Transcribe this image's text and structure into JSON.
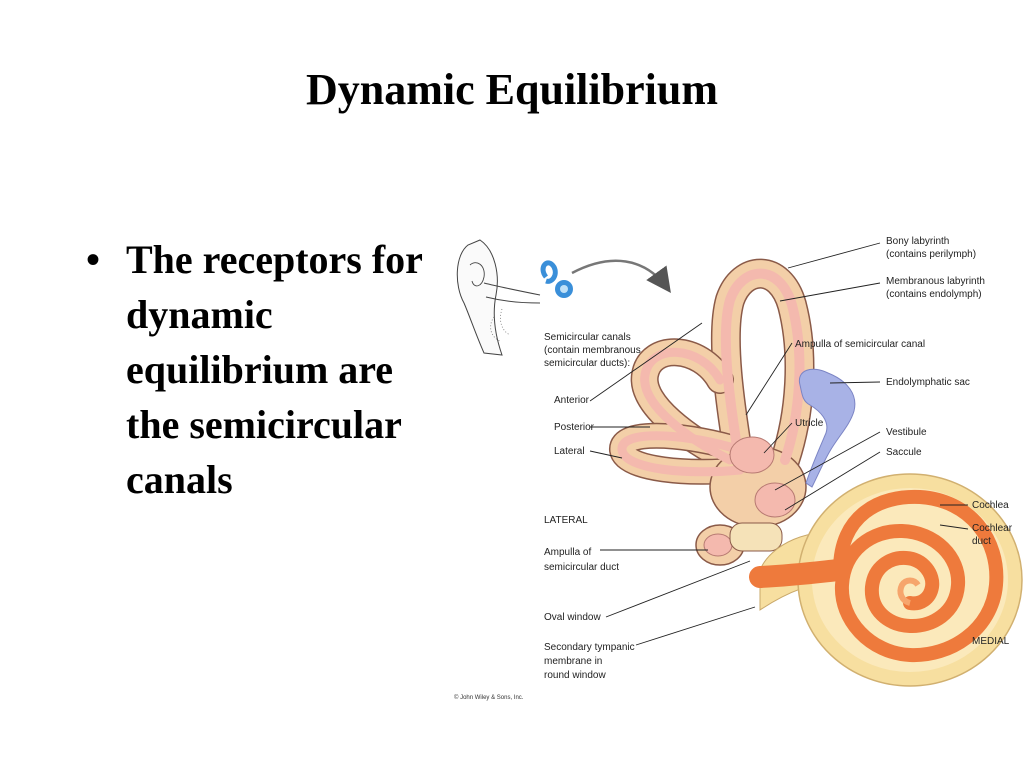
{
  "slide": {
    "title": "Dynamic Equilibrium",
    "bullet": "The receptors for dynamic equilibrium are the semicircular canals"
  },
  "diagram": {
    "labels": {
      "bony_labyrinth_1": "Bony labyrinth",
      "bony_labyrinth_2": "(contains perilymph)",
      "membranous_labyrinth_1": "Membranous labyrinth",
      "membranous_labyrinth_2": "(contains endolymph)",
      "semicircular_canals_1": "Semicircular canals",
      "semicircular_canals_2": "(contain membranous",
      "semicircular_canals_3": "semicircular ducts):",
      "ampulla_canal": "Ampulla of semicircular canal",
      "endolymphatic_sac": "Endolymphatic sac",
      "anterior": "Anterior",
      "posterior": "Posterior",
      "lateral_canal": "Lateral",
      "utricle": "Utricle",
      "vestibule": "Vestibule",
      "saccule": "Saccule",
      "cochlea": "Cochlea",
      "cochlear_duct_1": "Cochlear",
      "cochlear_duct_2": "duct",
      "lateral_direction": "LATERAL",
      "ampulla_duct_1": "Ampulla of",
      "ampulla_duct_2": "semicircular duct",
      "oval_window": "Oval window",
      "secondary_tympanic_1": "Secondary tympanic",
      "secondary_tympanic_2": "membrane in",
      "secondary_tympanic_3": "round window",
      "medial_direction": "MEDIAL",
      "copyright": "© John Wiley & Sons, Inc."
    },
    "colors": {
      "bony": "#f3cfa8",
      "bony_outline": "#8a5a48",
      "membranous": "#f4b9ae",
      "cochlea_outer": "#f7dfa0",
      "cochlear_duct": "#ee7a3c",
      "endolymphatic_sac": "#a8b2e6",
      "inset_ear": "#3a8fd9"
    }
  }
}
